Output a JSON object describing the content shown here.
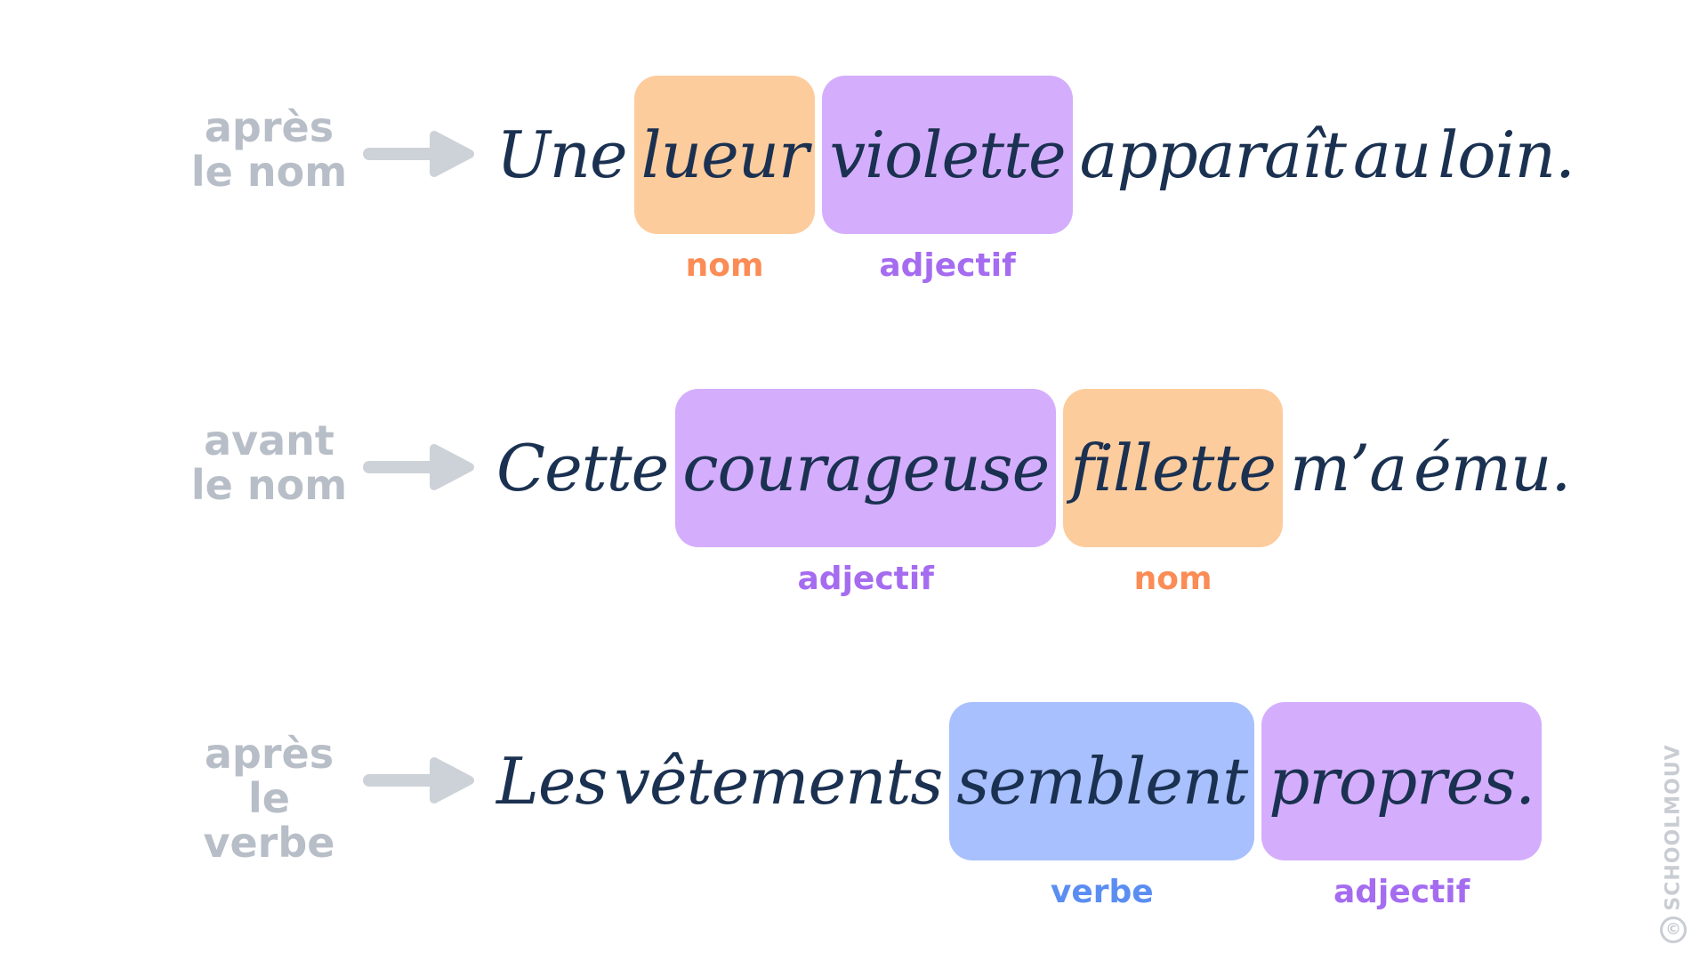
{
  "rows": [
    {
      "position_label": [
        "après",
        "le nom"
      ],
      "words": [
        {
          "text": "Une"
        },
        {
          "text": "lueur",
          "role": "nom",
          "color": "orange"
        },
        {
          "text": "violette",
          "role": "adjectif",
          "color": "purple"
        },
        {
          "text": "apparaît"
        },
        {
          "text": "au"
        },
        {
          "text": "loin."
        }
      ]
    },
    {
      "position_label": [
        "avant",
        "le nom"
      ],
      "words": [
        {
          "text": "Cette"
        },
        {
          "text": "courageuse",
          "role": "adjectif",
          "color": "purple"
        },
        {
          "text": "fillette",
          "role": "nom",
          "color": "orange"
        },
        {
          "text": "m’a"
        },
        {
          "text": "ému."
        }
      ]
    },
    {
      "position_label": [
        "après",
        "le verbe"
      ],
      "words": [
        {
          "text": "Les"
        },
        {
          "text": "vêtements"
        },
        {
          "text": "semblent",
          "role": "verbe",
          "color": "blue"
        },
        {
          "text": "propres.",
          "role": "adjectif",
          "color": "purple"
        }
      ]
    }
  ],
  "colors": {
    "orange_fill": "#fdcc9d",
    "orange_text": "#fb8c55",
    "purple_fill": "#d4aefd",
    "purple_text": "#a56cf0",
    "blue_fill": "#a8c0fd",
    "blue_text": "#5b8ef2",
    "sentence_text": "#1b3151",
    "side_label": "#b8bec7"
  },
  "watermark": {
    "text": "SCHOOLMOUV",
    "symbol": "©"
  }
}
